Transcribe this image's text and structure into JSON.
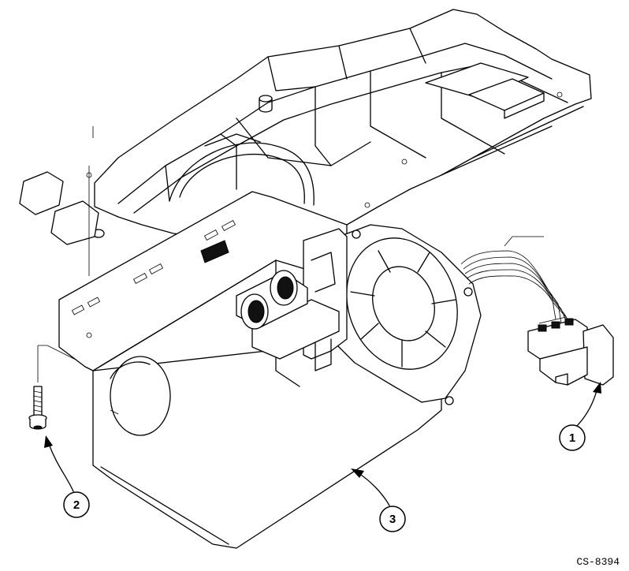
{
  "callouts": [
    {
      "id": "callout-1",
      "label": "1"
    },
    {
      "id": "callout-2",
      "label": "2"
    },
    {
      "id": "callout-3",
      "label": "3"
    }
  ],
  "figure_id": "CS-8394"
}
